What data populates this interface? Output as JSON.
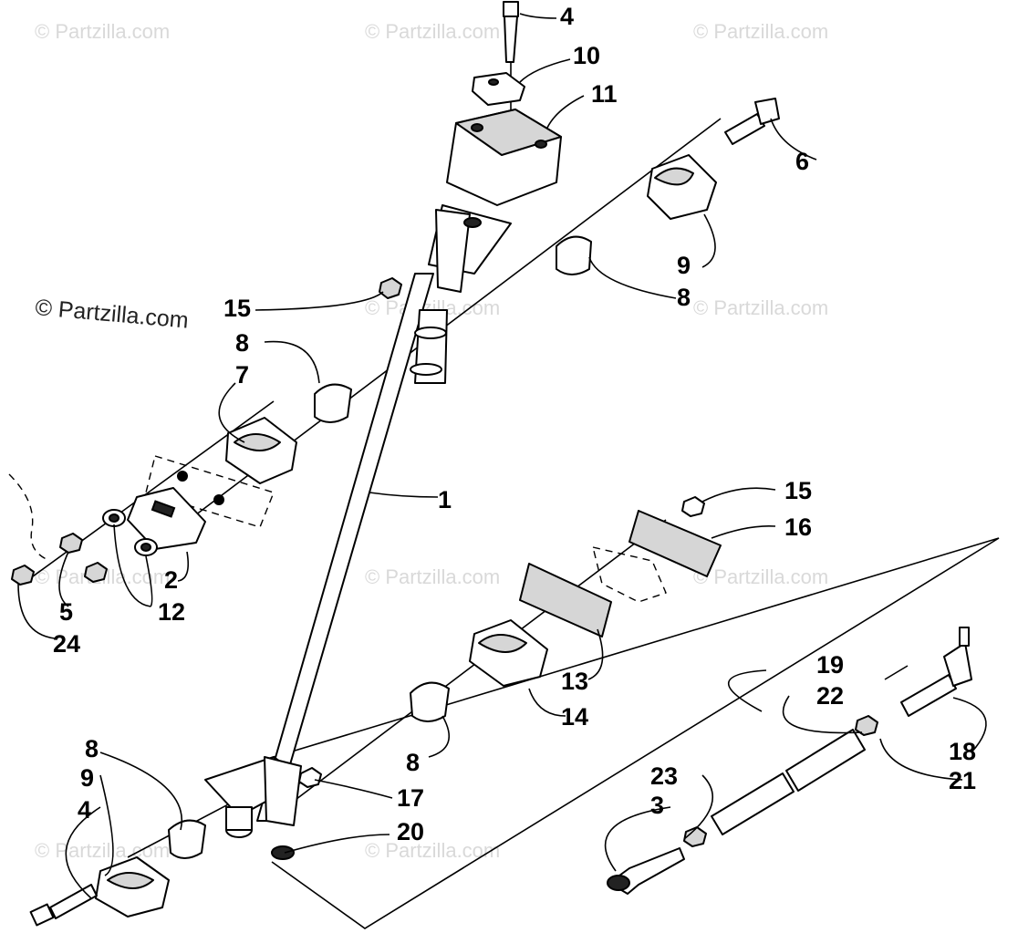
{
  "watermark": {
    "main": "© Partzilla.com",
    "faint": "© Partzilla.com"
  },
  "callouts": {
    "c4_top": "4",
    "c10": "10",
    "c11": "11",
    "c6": "6",
    "c9_right": "9",
    "c8_right": "8",
    "c15_left": "15",
    "c8_left": "8",
    "c7": "7",
    "c1": "1",
    "c15_right": "15",
    "c16": "16",
    "c2": "2",
    "c5": "5",
    "c12": "12",
    "c24": "24",
    "c13": "13",
    "c14": "14",
    "c8_mid": "8",
    "c19": "19",
    "c22": "22",
    "c18": "18",
    "c21": "21",
    "c8_bottom": "8",
    "c9_bottom": "9",
    "c4_bottom": "4",
    "c17": "17",
    "c20": "20",
    "c23": "23",
    "c3": "3"
  }
}
